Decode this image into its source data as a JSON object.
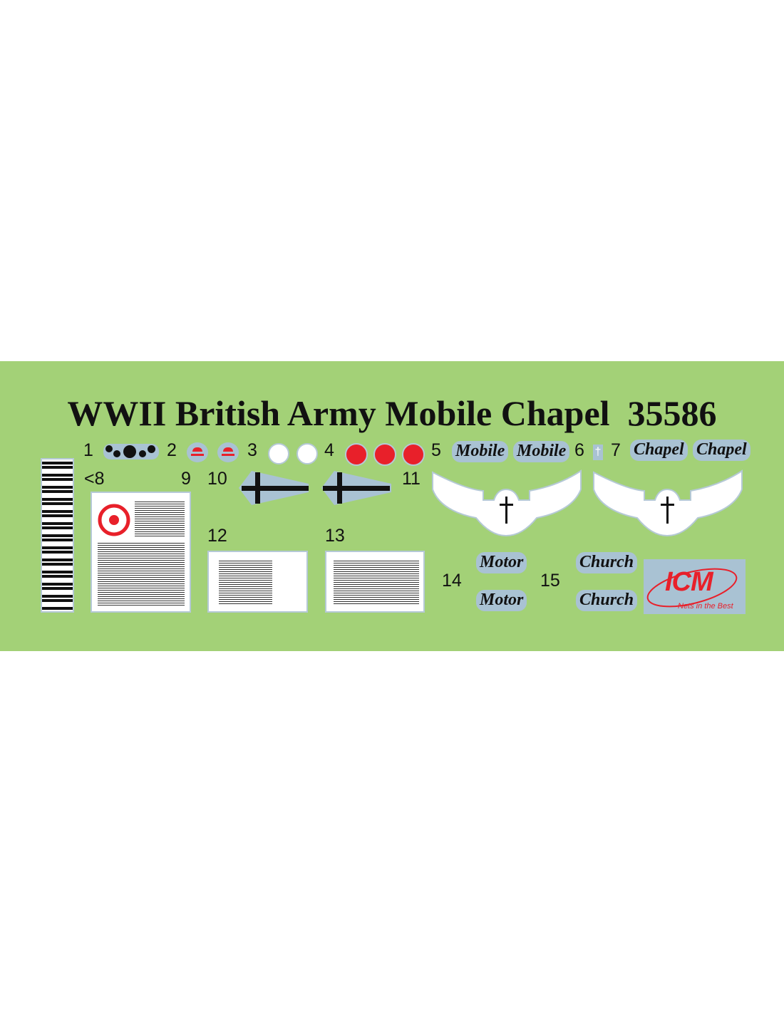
{
  "title": "WWII British Army Mobile Chapel  35586",
  "numbers": {
    "n1": "1",
    "n2": "2",
    "n3": "3",
    "n4": "4",
    "n5": "5",
    "n6": "6",
    "n7": "7",
    "n8": "<8",
    "n9": "9",
    "n10": "10",
    "n11": "11",
    "n12": "12",
    "n13": "13",
    "n14": "14",
    "n15": "15"
  },
  "decals": {
    "mobile": "Mobile",
    "chapel": "Chapel",
    "motor": "Motor",
    "church": "Church",
    "cross": "†"
  },
  "logo": {
    "brand": "ICM",
    "tagline": "Nets in the Best"
  },
  "colors": {
    "sheet": "#a3d177",
    "decal_blue": "#a9c2d3",
    "red": "#e8202a"
  }
}
